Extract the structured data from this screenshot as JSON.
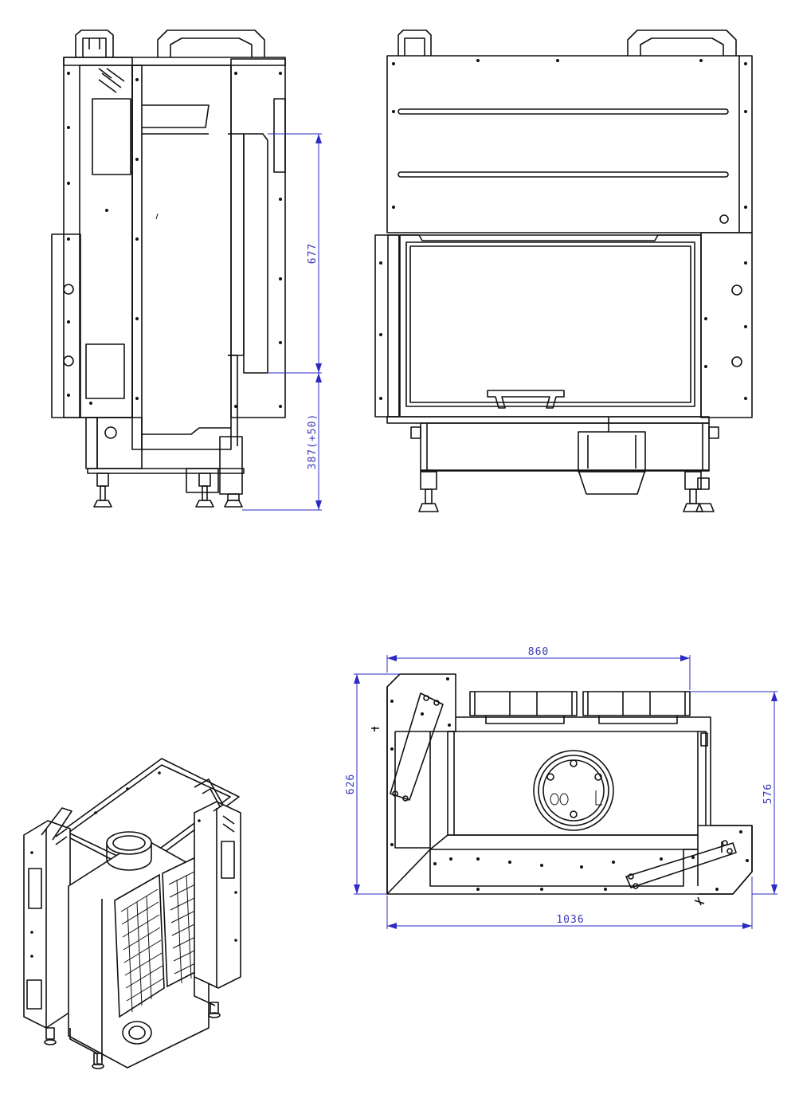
{
  "dimensions": {
    "side_upper_height": "677",
    "side_lower_height": "387(+50)",
    "top_depth_width": "860",
    "top_left_depth": "626",
    "top_right_depth": "576",
    "top_total_width": "1036"
  },
  "colors": {
    "line": "#111111",
    "dimension": "#2b2bc4",
    "background": "#ffffff"
  }
}
